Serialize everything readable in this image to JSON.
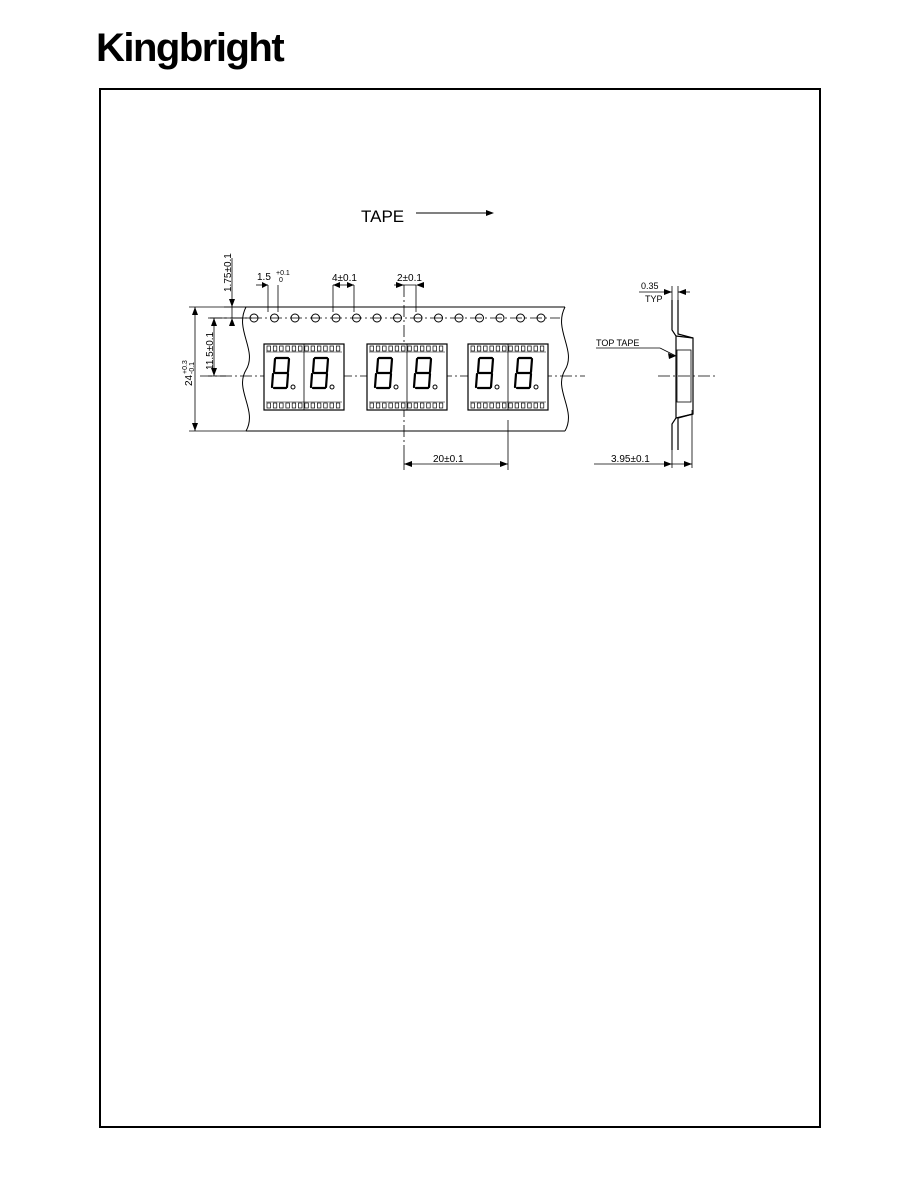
{
  "header": {
    "brand": "Kingbright"
  },
  "drawing": {
    "direction_label": "TAPE",
    "dims": {
      "hole_dia": "1.5",
      "hole_dia_tol_plus": "+0.1",
      "hole_dia_tol_minus": "0",
      "hole_pitch": "4±0.1",
      "hole_to_center": "2±0.1",
      "edge_to_hole": "1.75±0.1",
      "hole_to_cavity_center": "11.5±0.1",
      "tape_width": "24",
      "tape_width_tol_plus": "+0.3",
      "tape_width_tol_minus": "-0.1",
      "cavity_pitch": "20±0.1",
      "tape_thickness": "0.35",
      "tape_thickness_note": "TYP",
      "cavity_depth": "3.95±0.1"
    },
    "side_view_label": "TOP   TAPE"
  }
}
